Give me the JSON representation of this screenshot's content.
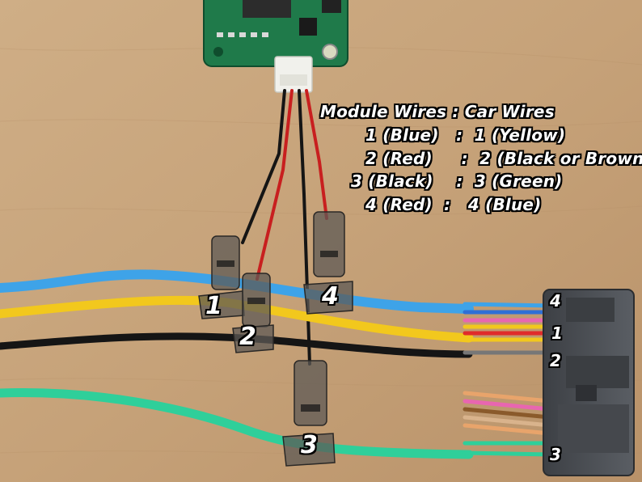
{
  "legend": {
    "header": "Module Wires : Car Wires",
    "rows": [
      "1 (Blue)   :  1 (Yellow)",
      "2 (Red)     :  2 (Black or Brown)",
      "3 (Black)    :  3 (Green)",
      "4 (Red)  :   4 (Blue)"
    ]
  },
  "splice_labels": [
    "1",
    "2",
    "3",
    "4"
  ],
  "connector_labels": [
    "4",
    "1",
    "2",
    "3"
  ],
  "colors": {
    "wood": "#c9a77e",
    "blue_wire": "#3ea3e8",
    "yellow_wire": "#f2c81d",
    "black_wire": "#151515",
    "green_wire": "#2fcf9a",
    "red_wire": "#c81f1f",
    "pcb": "#1f7a4a",
    "connector": "#4a4d52"
  }
}
